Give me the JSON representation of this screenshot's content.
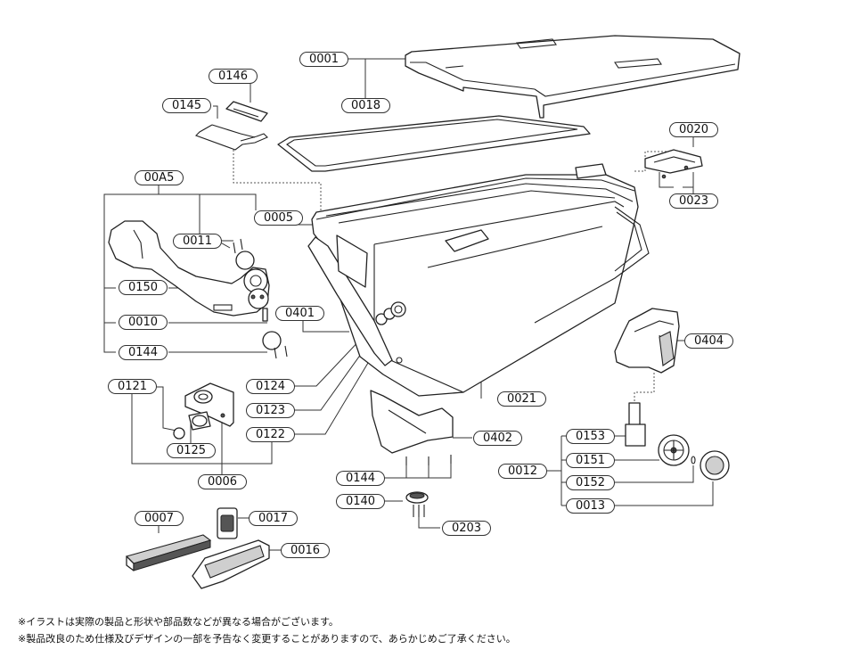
{
  "diagram": {
    "part_labels": {
      "p0001": "0001",
      "p0018": "0018",
      "p0146": "0146",
      "p0145": "0145",
      "p0020": "0020",
      "p0023": "0023",
      "p00A5": "00A5",
      "p0005": "0005",
      "p0011": "0011",
      "p0150": "0150",
      "p0401": "0401",
      "p0010": "0010",
      "p0404": "0404",
      "p0144a": "0144",
      "p0121": "0121",
      "p0124": "0124",
      "p0021": "0021",
      "p0123": "0123",
      "p0122": "0122",
      "p0402": "0402",
      "p0153": "0153",
      "p0125": "0125",
      "p0012": "0012",
      "p0151": "0151",
      "p0006": "0006",
      "p0144b": "0144",
      "p0152": "0152",
      "p0140": "0140",
      "p0013": "0013",
      "p0007": "0007",
      "p0017": "0017",
      "p0203": "0203",
      "p0016": "0016"
    },
    "notes": [
      "※イラストは実際の製品と形状や部品数などが異なる場合がございます。",
      "※製品改良のため仕様及びデザインの一部を予告なく変更することがありますので、あらかじめご了承ください。"
    ]
  }
}
